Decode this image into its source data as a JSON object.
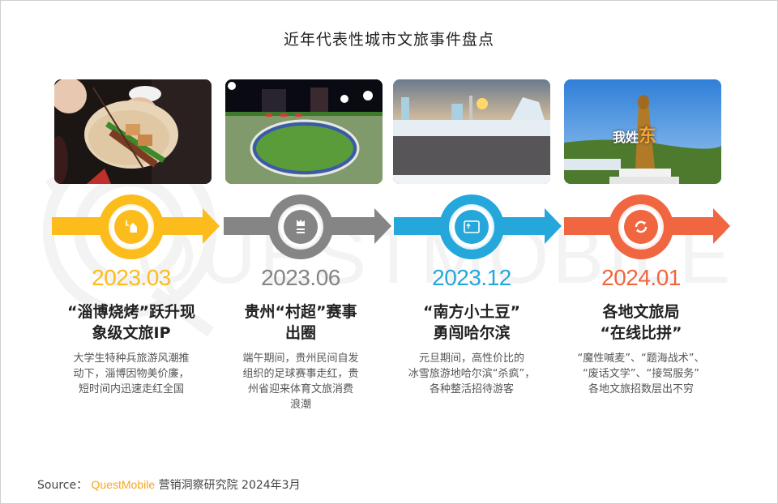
{
  "title": "近年代表性城市文旅事件盘点",
  "watermark": {
    "text": "QUESTMOBILE"
  },
  "colors": {
    "yellow": "#fbbc1c",
    "gray": "#858585",
    "blue": "#25a7dc",
    "orange": "#ef6641",
    "title_text": "#222222",
    "desc_text": "#555555",
    "brand": "#f6a623",
    "border": "#cfcfcf"
  },
  "events": [
    {
      "date": "2023.03",
      "color": "#fbbc1c",
      "icon": "tag-icon",
      "headline_line1": "“淄博烧烤”跃升现",
      "headline_line2": "象级文旅IP",
      "desc": [
        "大学生特种兵旅游风潮推",
        "动下，淄博因物美价廉，",
        "短时间内迅速走红全国"
      ],
      "photo": "skewer-flatbread-photo"
    },
    {
      "date": "2023.06",
      "color": "#858585",
      "icon": "trophy-icon",
      "headline_line1": "贵州“村超”赛事",
      "headline_line2": "出圈",
      "desc": [
        "端午期间，贵州民间自发",
        "组织的足球赛事走红，贵",
        "州省迎来体育文旅消费",
        "浪潮"
      ],
      "photo": "village-football-photo"
    },
    {
      "date": "2023.12",
      "color": "#25a7dc",
      "icon": "upload-window-icon",
      "headline_line1": "“南方小土豆”",
      "headline_line2": "勇闯哈尔滨",
      "desc": [
        "元旦期间，高性价比的",
        "冰雪旅游地哈尔滨“杀疯”，",
        "各种整活招待游客"
      ],
      "photo": "harbin-ice-festival-photo"
    },
    {
      "date": "2024.01",
      "color": "#ef6641",
      "icon": "refresh-icon",
      "headline_line1": "各地文旅局",
      "headline_line2": "“在线比拼”",
      "desc": [
        "“魔性喊麦”、“题海战术”、",
        "“废话文学”、“接驾服务”",
        "各地文旅招数层出不穷"
      ],
      "photo": "statue-photo",
      "photo_caption": {
        "part1": "我姓",
        "part2": "东"
      }
    }
  ],
  "source": {
    "label": "Source：",
    "brand": "QuestMobile",
    "rest": "营销洞察研究院 2024年3月"
  }
}
